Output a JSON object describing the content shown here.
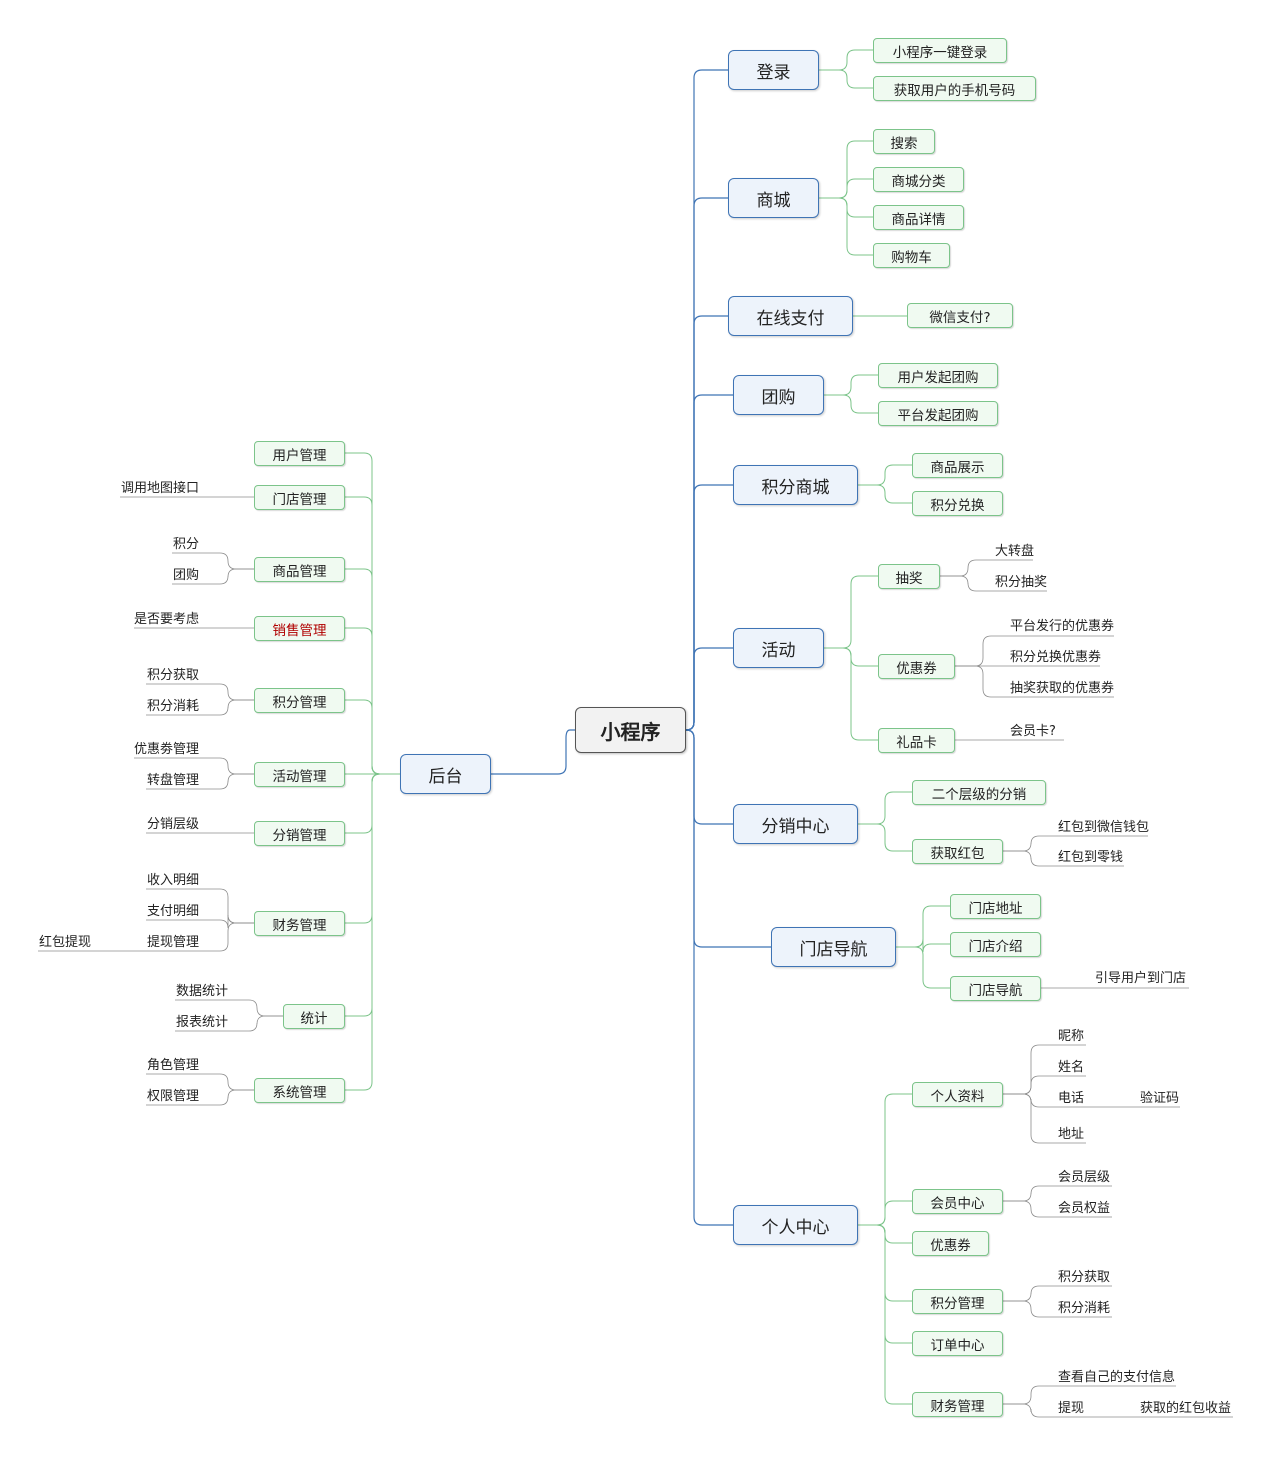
{
  "root": "小程序",
  "main": {
    "login": "登录",
    "mall": "商城",
    "pay": "在线支付",
    "group": "团购",
    "points_mall": "积分商城",
    "activity": "活动",
    "dist": "分销中心",
    "store_nav": "门店导航",
    "personal": "个人中心",
    "backend": "后台"
  },
  "sub": {
    "login_1": "小程序一键登录",
    "login_2": "获取用户的手机号码",
    "mall_1": "搜索",
    "mall_2": "商城分类",
    "mall_3": "商品详情",
    "mall_4": "购物车",
    "pay_1": "微信支付?",
    "group_1": "用户发起团购",
    "group_2": "平台发起团购",
    "pm_1": "商品展示",
    "pm_2": "积分兑换",
    "act_1": "抽奖",
    "act_2": "优惠券",
    "act_3": "礼品卡",
    "dist_1": "二个层级的分销",
    "dist_2": "获取红包",
    "sn_1": "门店地址",
    "sn_2": "门店介绍",
    "sn_3": "门店导航",
    "pc_1": "个人资料",
    "pc_2": "会员中心",
    "pc_3": "优惠券",
    "pc_4": "积分管理",
    "pc_5": "订单中心",
    "pc_6": "财务管理",
    "bk_1": "用户管理",
    "bk_2": "门店管理",
    "bk_3": "商品管理",
    "bk_4": "销售管理",
    "bk_5": "积分管理",
    "bk_6": "活动管理",
    "bk_7": "分销管理",
    "bk_8": "财务管理",
    "bk_9": "统计",
    "bk_10": "系统管理"
  },
  "leaf": {
    "lot_1": "大转盘",
    "lot_2": "积分抽奖",
    "cp_1": "平台发行的优惠券",
    "cp_2": "积分兑换优惠券",
    "cp_3": "抽奖获取的优惠券",
    "gc_1": "会员卡?",
    "rp_1": "红包到微信钱包",
    "rp_2": "红包到零钱",
    "snav_1": "引导用户到门店",
    "pi_1": "昵称",
    "pi_2": "姓名",
    "pi_3": "电话",
    "pi_3a": "验证码",
    "pi_4": "地址",
    "mc_1": "会员层级",
    "mc_2": "会员权益",
    "pt_1": "积分获取",
    "pt_2": "积分消耗",
    "fin_1": "查看自己的支付信息",
    "fin_2": "提现",
    "fin_2a": "获取的红包收益",
    "bk_store_1": "调用地图接口",
    "bk_goods_1": "积分",
    "bk_goods_2": "团购",
    "bk_sales_1": "是否要考虑",
    "bk_pts_1": "积分获取",
    "bk_pts_2": "积分消耗",
    "bk_act_1": "优惠劵管理",
    "bk_act_2": "转盘管理",
    "bk_dist_1": "分销层级",
    "bk_fin_1": "收入明细",
    "bk_fin_2": "支付明细",
    "bk_fin_3": "提现管理",
    "bk_fin_3a": "红包提现",
    "bk_stat_1": "数据统计",
    "bk_stat_2": "报表统计",
    "bk_sys_1": "角色管理",
    "bk_sys_2": "权限管理"
  },
  "colors": {
    "main_line": "#3f74b5",
    "sub_line": "#7cc48a",
    "leaf_line": "#8c8c8c",
    "highlight_text": "#b00000"
  }
}
